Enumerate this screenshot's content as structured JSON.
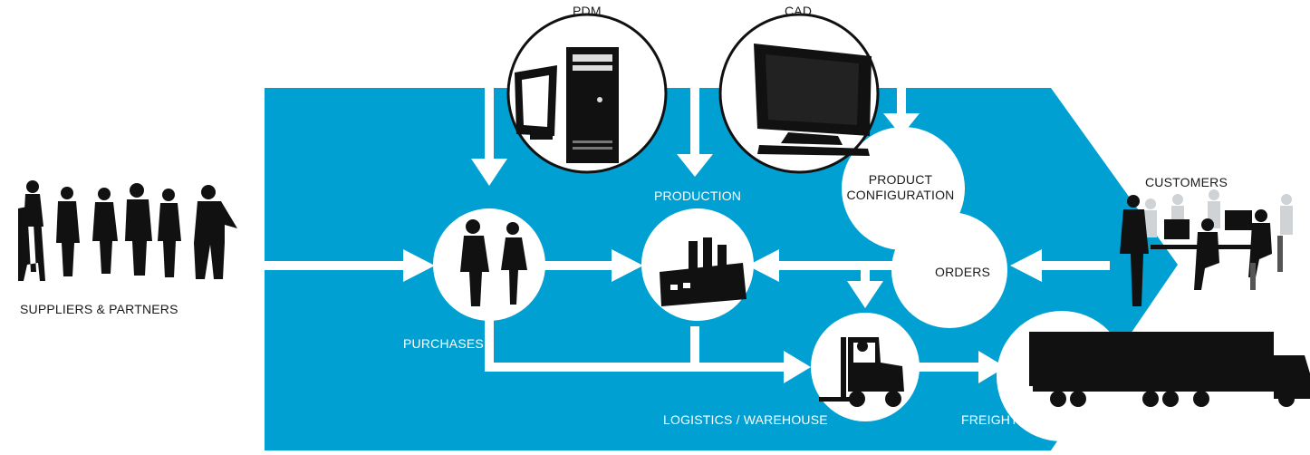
{
  "colors": {
    "flow_blue": "#00a0d2",
    "node_white": "#ffffff",
    "silhouette": "#111111",
    "label_dark": "#1a1a1a",
    "label_light": "#ffffff"
  },
  "labels": {
    "suppliers": "SUPPLIERS & PARTNERS",
    "pdm": "PDM",
    "cad": "CAD",
    "production": "PRODUCTION",
    "product_config_line1": "PRODUCT",
    "product_config_line2": "CONFIGURATION",
    "customers": "CUSTOMERS",
    "orders": "ORDERS",
    "purchases": "PURCHASES",
    "logistics": "LOGISTICS / WAREHOUSE",
    "freight": "FREIGHT"
  },
  "icons": {
    "pdm": "computer-tower-icon",
    "cad": "crt-monitor-icon",
    "purchases": "business-people-icon",
    "production": "factory-icon",
    "logistics": "forklift-icon",
    "freight": "truck-icon",
    "suppliers": "workers-group-icon",
    "customers": "office-workers-icon"
  }
}
